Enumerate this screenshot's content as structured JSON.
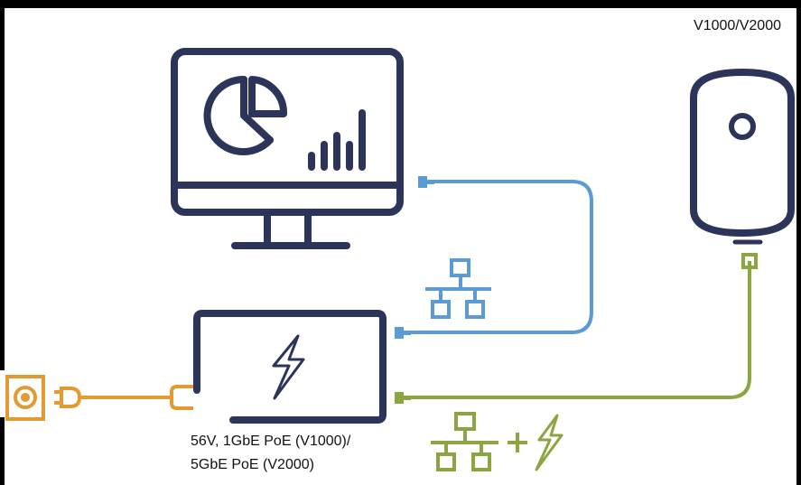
{
  "diagram": {
    "model_label": "V1000/V2000",
    "psu_label_line1": "56V, 1GbE PoE (V1000)/",
    "psu_label_line2": "5GbE PoE (V2000)",
    "icons": [
      "monitor-icon",
      "pie-chart-icon",
      "bar-chart-icon",
      "power-supply-icon",
      "lightning-icon",
      "wall-outlet-icon",
      "network-icon",
      "poe-network-power-icon",
      "access-point-device-icon",
      "ethernet-port-icon"
    ],
    "colors": {
      "dark": "#2c3559",
      "blue": "#5b9bd5",
      "green": "#8ba641",
      "orange": "#e29a32",
      "frame": "#000000"
    }
  }
}
